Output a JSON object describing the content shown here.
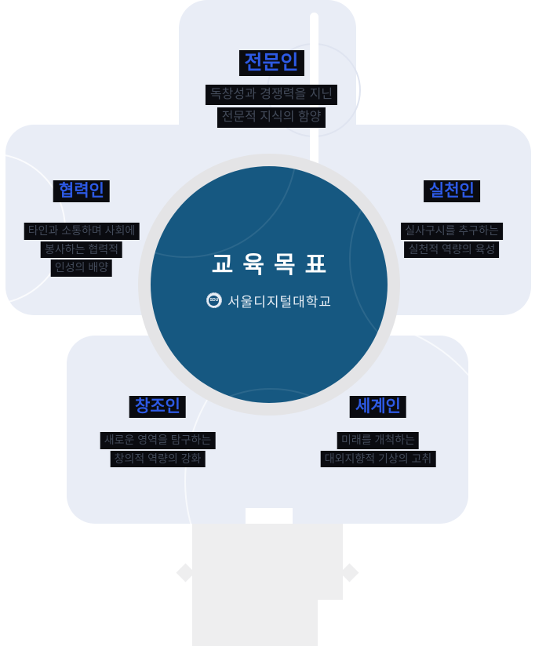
{
  "center": {
    "title": "교육목표",
    "university_name": "서울디지털대학교",
    "logo_text": "SDU"
  },
  "sections": [
    {
      "id": "top",
      "title": "전문인",
      "lines": [
        "독창성과 경쟁력을 지닌",
        "전문적 지식의 함양"
      ]
    },
    {
      "id": "left",
      "title": "협력인",
      "lines": [
        "타인과 소통하며 사회에",
        "봉사하는 협력적",
        "인성의 배양"
      ]
    },
    {
      "id": "right",
      "title": "실천인",
      "lines": [
        "실사구시를 추구하는",
        "실천적 역량의 육성"
      ]
    },
    {
      "id": "bottom-left",
      "title": "창조인",
      "lines": [
        "새로운 영역을 탐구하는",
        "창의적 역량의 강화"
      ]
    },
    {
      "id": "bottom-right",
      "title": "세계인",
      "lines": [
        "미래를 개척하는",
        "대외지향적 기상의 고취"
      ]
    }
  ],
  "colors": {
    "accent_blue": "#2d5ae5",
    "panel_lavender": "#e9edf6",
    "center_circle": "#165881",
    "highlight_box": "#0a0b10",
    "ring_gray": "#e4e4e6",
    "arrow_band_gray": "#eeeeef",
    "description_text": "#424a59"
  }
}
